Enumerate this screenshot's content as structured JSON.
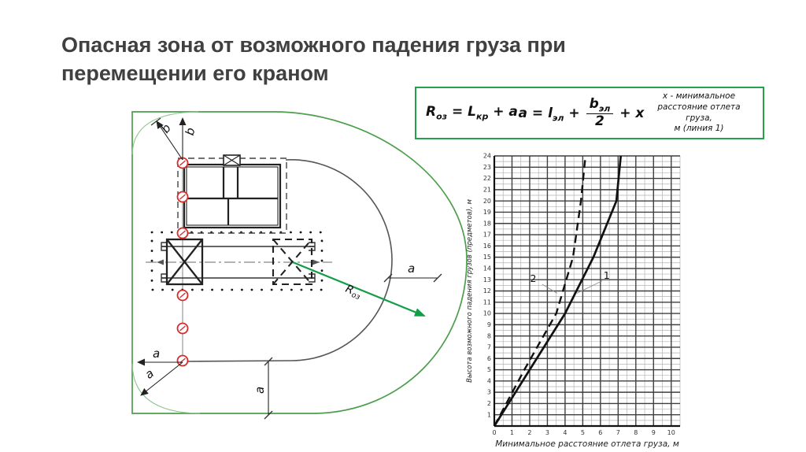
{
  "slide": {
    "title": "Опасная зона от возможного падения груза при перемещении его краном"
  },
  "colors": {
    "title_color": "#404040",
    "accent_green": "#22a24b",
    "boundary_green": "#4c9e4c",
    "corner_green": "#8fc48f",
    "arrow_green": "#129e46",
    "marker_red": "#d42b2b"
  },
  "formula_box": {
    "f1": {
      "lhs": "R",
      "lhs_sub": "оз",
      "eq": " = ",
      "t1": "L",
      "t1_sub": "кр",
      "op": " + ",
      "t2": "a"
    },
    "f2": {
      "lhs": "a",
      "eq": " = ",
      "t1": "l",
      "t1_sub": "эл",
      "op1": " + ",
      "num": "b",
      "num_sub": "эл",
      "den": "2",
      "op2": " + ",
      "t2": "x"
    },
    "note": {
      "l1": "х -  минимальное",
      "l2": "расстояние отлета груза,",
      "l3": "м (линия 1)"
    }
  },
  "diagram": {
    "label_a": "a",
    "label_b": "b",
    "label_roz_base": "R",
    "label_roz_sub": "оз"
  },
  "chart_data": {
    "type": "line",
    "title": "",
    "xlabel": "Минимальное расстояние отлета груза, м",
    "ylabel": "Высота возможного падения грузов (предметов), м",
    "xlim": [
      0,
      10.5
    ],
    "ylim": [
      0,
      24
    ],
    "grid": "major 1.0 + minor 0.5, both axes",
    "legend_position": "none (inline numbered labels)",
    "xticks": [
      0,
      1,
      2,
      3,
      4,
      5,
      6,
      7,
      8,
      9,
      10
    ],
    "yticks": [
      1,
      2,
      3,
      4,
      5,
      6,
      7,
      8,
      9,
      10,
      11,
      12,
      13,
      14,
      15,
      16,
      17,
      18,
      19,
      20,
      21,
      22,
      23,
      24
    ],
    "series": [
      {
        "name": "1",
        "style": "solid",
        "points": [
          [
            0,
            0
          ],
          [
            2,
            5
          ],
          [
            4,
            10
          ],
          [
            5.6,
            15
          ],
          [
            6.9,
            20
          ],
          [
            7.15,
            24
          ]
        ]
      },
      {
        "name": "2",
        "style": "dashed",
        "points": [
          [
            0,
            0
          ],
          [
            1.7,
            5
          ],
          [
            3.5,
            10
          ],
          [
            4.45,
            15
          ],
          [
            4.9,
            20
          ],
          [
            5.15,
            24
          ]
        ]
      }
    ],
    "annotations": [
      {
        "label": "1",
        "tx": 6.35,
        "ty": 13.1,
        "lx1": 6.1,
        "ly1": 12.9,
        "lx2": 4.67,
        "ly2": 11.8
      },
      {
        "label": "2",
        "tx": 2.2,
        "ty": 12.8,
        "lx1": 2.7,
        "ly1": 12.6,
        "lx2": 3.55,
        "ly2": 11.8
      }
    ]
  }
}
